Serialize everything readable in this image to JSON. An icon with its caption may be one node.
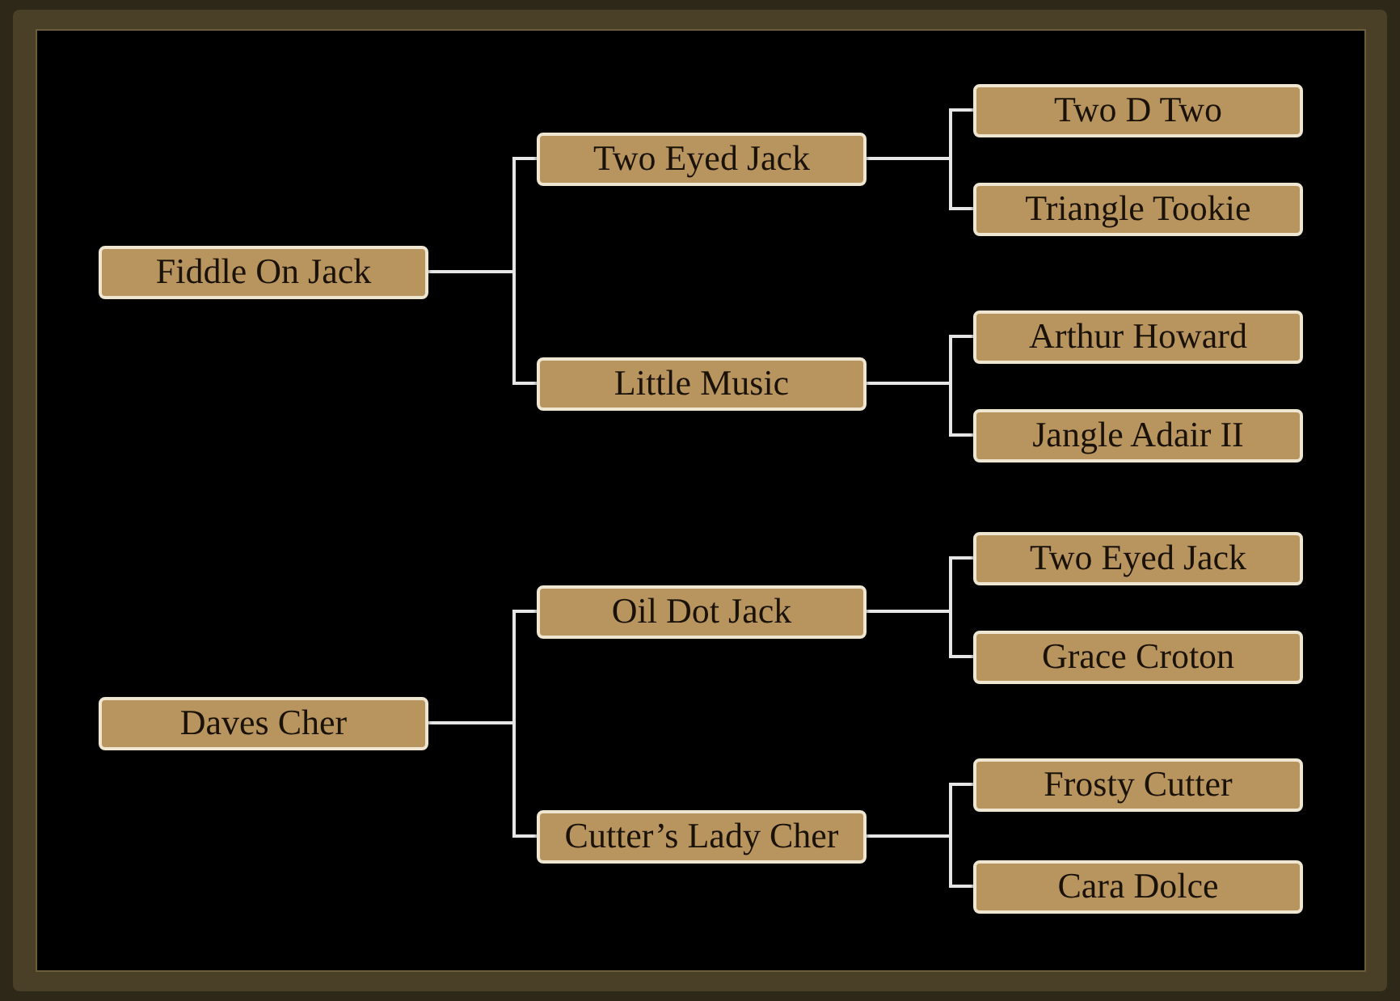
{
  "diagram": {
    "nodes": [
      {
        "text": [
          "Fiddle On Jack"
        ]
      },
      {
        "text": [
          "Two Eyed Jack"
        ]
      },
      {
        "text": [
          "Two D Two"
        ]
      },
      {
        "text": [
          "Triangle Tookie"
        ]
      },
      {
        "text": [
          "Little Music"
        ]
      },
      {
        "text": [
          "Arthur Howard"
        ]
      },
      {
        "text": [
          "Jangle Adair II"
        ]
      },
      {
        "text": [
          "Daves Cher"
        ]
      },
      {
        "text": [
          "Oil Dot Jack"
        ]
      },
      {
        "text": [
          "Two Eyed Jack"
        ]
      },
      {
        "text": [
          "Grace Croton"
        ]
      },
      {
        "text": [
          "Cutter’s Lady Cher"
        ]
      },
      {
        "text": [
          "Frosty Cutter"
        ]
      },
      {
        "text": [
          "Cara Dolce"
        ]
      }
    ],
    "edges": [
      {
        "from": 0,
        "to": 1,
        "arrow": "none"
      },
      {
        "from": 0,
        "to": 4,
        "arrow": "none"
      },
      {
        "from": 1,
        "to": 2,
        "arrow": "none"
      },
      {
        "from": 1,
        "to": 3,
        "arrow": "none"
      },
      {
        "from": 4,
        "to": 5,
        "arrow": "none"
      },
      {
        "from": 4,
        "to": 6,
        "arrow": "none"
      },
      {
        "from": 7,
        "to": 8,
        "arrow": "none"
      },
      {
        "from": 7,
        "to": 11,
        "arrow": "none"
      },
      {
        "from": 8,
        "to": 9,
        "arrow": "none"
      },
      {
        "from": 8,
        "to": 10,
        "arrow": "none"
      },
      {
        "from": 11,
        "to": 12,
        "arrow": "none"
      },
      {
        "from": 11,
        "to": 13,
        "arrow": "none"
      }
    ]
  }
}
